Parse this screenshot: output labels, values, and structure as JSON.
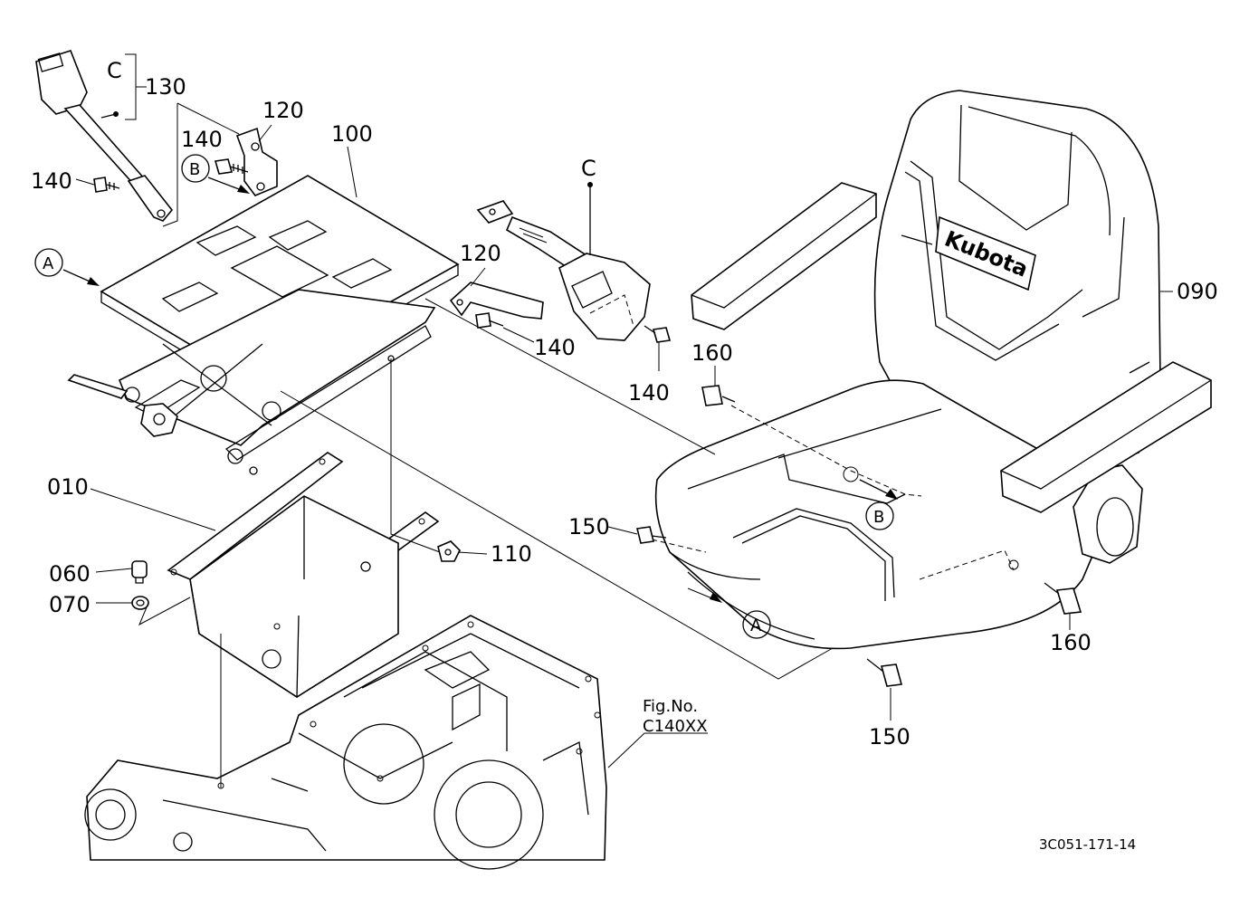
{
  "callouts": {
    "p130": "130",
    "p120_top": "120",
    "p100": "100",
    "p140_a": "140",
    "p140_b": "140",
    "p140_c": "140",
    "p140_d": "140",
    "p120_mid": "120",
    "p090": "090",
    "p160_top": "160",
    "p160_bottom": "160",
    "p150_left": "150",
    "p150_bottom": "150",
    "p010": "010",
    "p060": "060",
    "p070": "070",
    "p110": "110"
  },
  "refs": {
    "c_top": "C",
    "c_mid": "C",
    "a_left": "A",
    "a_bottom": "A",
    "b_top": "B",
    "b_seat": "B"
  },
  "brand": "Kubota",
  "fig_ref": {
    "line1": "Fig.No.",
    "line2": "C140XX"
  },
  "diagram_code": "3C051-171-14"
}
